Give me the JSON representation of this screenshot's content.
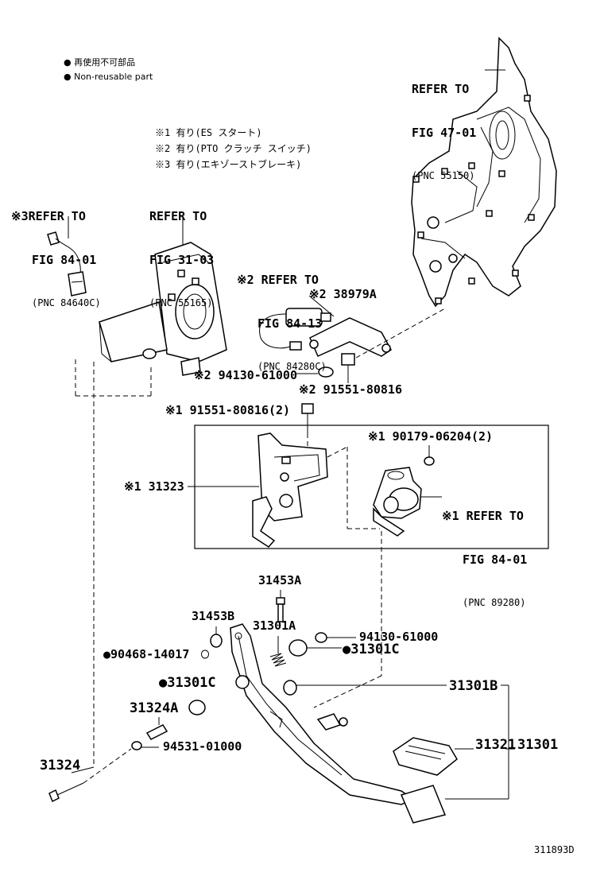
{
  "legend": {
    "line1": "● 再使用不可部品",
    "line2": "● Non-reusable part"
  },
  "notes": {
    "n1": "※1 有り(ES スタート)",
    "n2": "※2 有り(PTO クラッチ スイッチ)",
    "n3": "※3 有り(エキゾーストブレーキ)"
  },
  "refs": {
    "fig4701": {
      "l1": "REFER TO",
      "l2": "FIG 47-01",
      "l3": "(PNC 55150)"
    },
    "fig8401a": {
      "l1": "※3REFER TO",
      "l2": "FIG 84-01",
      "l3": "(PNC 84640C)"
    },
    "fig3103": {
      "l1": "REFER TO",
      "l2": "FIG 31-03",
      "l3": "(PNC 55165)"
    },
    "fig8413": {
      "l1": "※2 REFER TO",
      "l2": "FIG 84-13",
      "l3": "(PNC 84280C)"
    },
    "fig8401b": {
      "l1": "※1 REFER TO",
      "l2": "FIG 84-01",
      "l3": "(PNC 89280)"
    }
  },
  "parts": {
    "p38979A": "※2 38979A",
    "p94130_top": "※2 94130-61000",
    "p91551_top": "※2 91551-80816",
    "p91551_box": "※1 91551-80816(2)",
    "p90179": "※1 90179-06204(2)",
    "p31323": "※1 31323",
    "p31453A": "31453A",
    "p31453B": "31453B",
    "p31301A": "31301A",
    "p94130_low": "94130-61000",
    "p90468": "●90468-14017",
    "p31301C_r": "●31301C",
    "p31301C_l": "●31301C",
    "p31301B": "31301B",
    "p31324A": "31324A",
    "p94531": "94531-01000",
    "p31324": "31324",
    "p31321": "31321",
    "p31301": "31301"
  },
  "diagram_id": "311893D"
}
